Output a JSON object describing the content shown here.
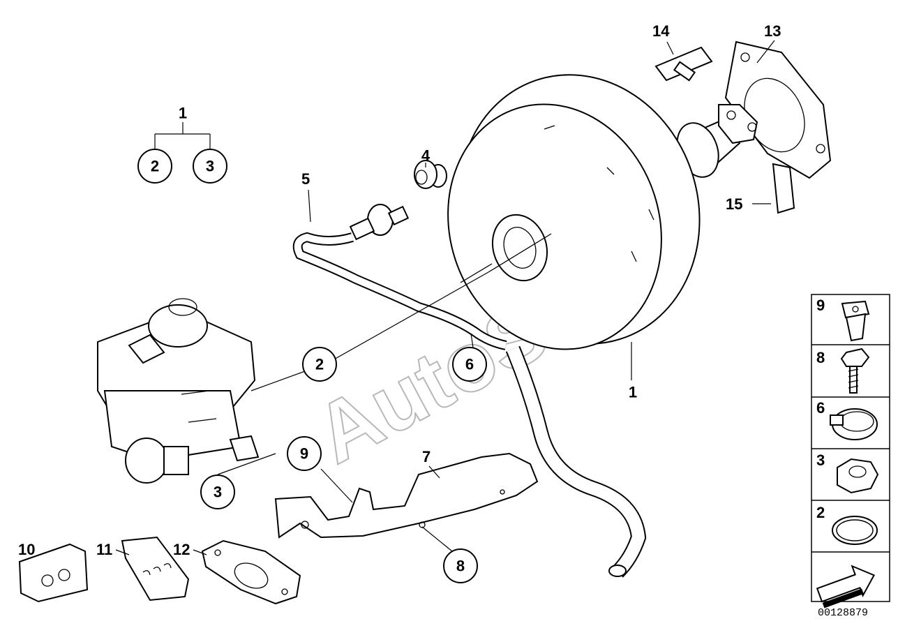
{
  "callouts": {
    "c1_top": "1",
    "c2_group": "2",
    "c3_group": "3",
    "c4": "4",
    "c5": "5",
    "c2_mid": "2",
    "c6": "6",
    "c1_booster": "1",
    "c9_bracket": "9",
    "c7": "7",
    "c3_lower": "3",
    "c8_bracket": "8",
    "c10": "10",
    "c11": "11",
    "c12": "12",
    "c13": "13",
    "c14": "14",
    "c15": "15"
  },
  "panel": {
    "items": [
      {
        "num": "9",
        "icon": "clip-nut-icon"
      },
      {
        "num": "8",
        "icon": "screw-icon"
      },
      {
        "num": "6",
        "icon": "hose-clamp-icon"
      },
      {
        "num": "3",
        "icon": "hex-nut-icon"
      },
      {
        "num": "2",
        "icon": "o-ring-icon"
      }
    ],
    "arrow_icon": "direction-arrow-icon"
  },
  "watermark": "AutoSoft",
  "doc_id": "00128879"
}
